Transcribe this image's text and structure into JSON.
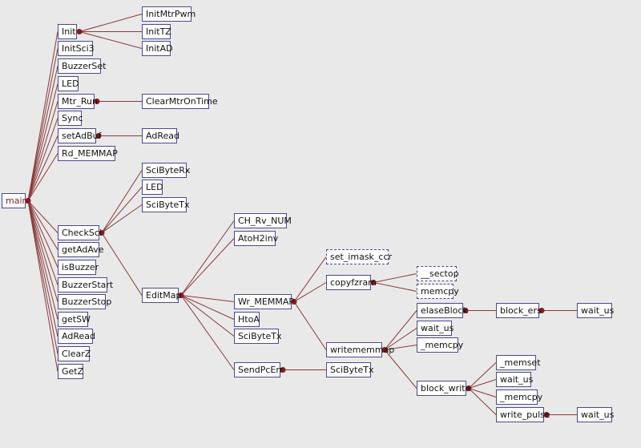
{
  "colors": {
    "edge": "#8b3a3a",
    "dot": "#8b1a1a",
    "node_border": "#4a4a8c",
    "background": "#e9e9e9"
  },
  "nodes": [
    {
      "id": "main",
      "label": "main"
    },
    {
      "id": "init",
      "label": "Init"
    },
    {
      "id": "initmtrpwm",
      "label": "InitMtrPwm"
    },
    {
      "id": "inittz",
      "label": "InitTZ"
    },
    {
      "id": "initad",
      "label": "InitAD"
    },
    {
      "id": "initsci3",
      "label": "InitSci3"
    },
    {
      "id": "buzzerset",
      "label": "BuzzerSet"
    },
    {
      "id": "led1",
      "label": "LED"
    },
    {
      "id": "mtr_run",
      "label": "Mtr_Run"
    },
    {
      "id": "clearmtrontime",
      "label": "ClearMtrOnTime"
    },
    {
      "id": "sync",
      "label": "Sync"
    },
    {
      "id": "setadbuf",
      "label": "setAdBuf"
    },
    {
      "id": "adread1",
      "label": "AdRead"
    },
    {
      "id": "rd_memmap",
      "label": "Rd_MEMMAP"
    },
    {
      "id": "checksci",
      "label": "CheckSci"
    },
    {
      "id": "scibyterx",
      "label": "SciByteRx"
    },
    {
      "id": "led2",
      "label": "LED"
    },
    {
      "id": "scibytetx1",
      "label": "SciByteTx"
    },
    {
      "id": "getadave",
      "label": "getAdAve"
    },
    {
      "id": "isbuzzer",
      "label": "isBuzzer"
    },
    {
      "id": "buzzerstart",
      "label": "BuzzerStart"
    },
    {
      "id": "buzzerstop",
      "label": "BuzzerStop"
    },
    {
      "id": "getsw",
      "label": "getSW"
    },
    {
      "id": "adread2",
      "label": "AdRead"
    },
    {
      "id": "clearz",
      "label": "ClearZ"
    },
    {
      "id": "getz",
      "label": "GetZ"
    },
    {
      "id": "editmap",
      "label": "EditMap"
    },
    {
      "id": "ch_rv_num",
      "label": "CH_Rv_NUM"
    },
    {
      "id": "atoh2inv",
      "label": "AtoH2inv"
    },
    {
      "id": "wr_memmap",
      "label": "Wr_MEMMAP"
    },
    {
      "id": "htoa",
      "label": "HtoA"
    },
    {
      "id": "scibytetx2",
      "label": "SciByteTx"
    },
    {
      "id": "sendpcerr",
      "label": "SendPcErr"
    },
    {
      "id": "scibytetx3",
      "label": "SciByteTx"
    },
    {
      "id": "set_imask_ccr",
      "label": "set_imask_ccr"
    },
    {
      "id": "copyfzram",
      "label": "copyfzram"
    },
    {
      "id": "sectop",
      "label": "__sectop"
    },
    {
      "id": "memcpy1",
      "label": "memcpy"
    },
    {
      "id": "writememmap",
      "label": "writememmap"
    },
    {
      "id": "elaseblock",
      "label": "elaseBlock"
    },
    {
      "id": "block_ers",
      "label": "block_ers"
    },
    {
      "id": "wait_us1",
      "label": "wait_us"
    },
    {
      "id": "wait_us2",
      "label": "wait_us"
    },
    {
      "id": "memcpy2",
      "label": "_memcpy"
    },
    {
      "id": "block_write",
      "label": "block_write"
    },
    {
      "id": "memset",
      "label": "_memset"
    },
    {
      "id": "wait_us3",
      "label": "wait_us"
    },
    {
      "id": "memcpy3",
      "label": "_memcpy"
    },
    {
      "id": "write_pulse",
      "label": "write_pulse"
    },
    {
      "id": "wait_us4",
      "label": "wait_us"
    }
  ],
  "edges": [
    [
      "main",
      "init"
    ],
    [
      "main",
      "initsci3"
    ],
    [
      "main",
      "buzzerset"
    ],
    [
      "main",
      "led1"
    ],
    [
      "main",
      "mtr_run"
    ],
    [
      "main",
      "sync"
    ],
    [
      "main",
      "setadbuf"
    ],
    [
      "main",
      "rd_memmap"
    ],
    [
      "main",
      "checksci"
    ],
    [
      "main",
      "getadave"
    ],
    [
      "main",
      "isbuzzer"
    ],
    [
      "main",
      "buzzerstart"
    ],
    [
      "main",
      "buzzerstop"
    ],
    [
      "main",
      "getsw"
    ],
    [
      "main",
      "adread2"
    ],
    [
      "main",
      "clearz"
    ],
    [
      "main",
      "getz"
    ],
    [
      "init",
      "initmtrpwm"
    ],
    [
      "init",
      "inittz"
    ],
    [
      "init",
      "initad"
    ],
    [
      "mtr_run",
      "clearmtrontime"
    ],
    [
      "setadbuf",
      "adread1"
    ],
    [
      "checksci",
      "scibyterx"
    ],
    [
      "checksci",
      "led2"
    ],
    [
      "checksci",
      "scibytetx1"
    ],
    [
      "checksci",
      "editmap"
    ],
    [
      "editmap",
      "ch_rv_num"
    ],
    [
      "editmap",
      "atoh2inv"
    ],
    [
      "editmap",
      "wr_memmap"
    ],
    [
      "editmap",
      "htoa"
    ],
    [
      "editmap",
      "scibytetx2"
    ],
    [
      "editmap",
      "sendpcerr"
    ],
    [
      "sendpcerr",
      "scibytetx3"
    ],
    [
      "wr_memmap",
      "set_imask_ccr"
    ],
    [
      "wr_memmap",
      "copyfzram"
    ],
    [
      "wr_memmap",
      "writememmap"
    ],
    [
      "copyfzram",
      "sectop"
    ],
    [
      "copyfzram",
      "memcpy1"
    ],
    [
      "writememmap",
      "elaseblock"
    ],
    [
      "writememmap",
      "wait_us2"
    ],
    [
      "writememmap",
      "memcpy2"
    ],
    [
      "writememmap",
      "block_write"
    ],
    [
      "elaseblock",
      "block_ers"
    ],
    [
      "block_ers",
      "wait_us1"
    ],
    [
      "block_write",
      "memset"
    ],
    [
      "block_write",
      "wait_us3"
    ],
    [
      "block_write",
      "memcpy3"
    ],
    [
      "block_write",
      "write_pulse"
    ],
    [
      "write_pulse",
      "wait_us4"
    ]
  ]
}
